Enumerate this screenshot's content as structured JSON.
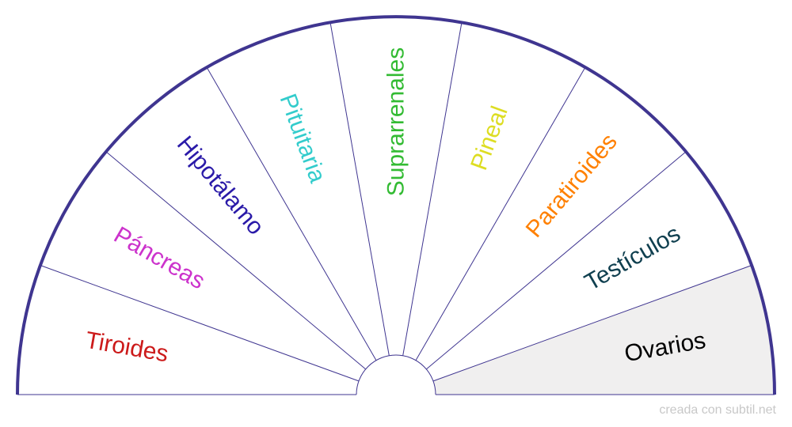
{
  "chart": {
    "segments": [
      {
        "label": "Tiroides",
        "color": "#cc1a1a",
        "highlighted": false
      },
      {
        "label": "Páncreas",
        "color": "#cc33cc",
        "highlighted": false
      },
      {
        "label": "Hipotálamo",
        "color": "#2a1aa8",
        "highlighted": false
      },
      {
        "label": "Pituitaria",
        "color": "#33cccc",
        "highlighted": false
      },
      {
        "label": "Suprarrenales",
        "color": "#33bb33",
        "highlighted": false
      },
      {
        "label": "Pineal",
        "color": "#dddd22",
        "highlighted": false
      },
      {
        "label": "Paratiroides",
        "color": "#ff8000",
        "highlighted": false
      },
      {
        "label": "Testículos",
        "color": "#0f3f4f",
        "highlighted": false
      },
      {
        "label": "Ovarios",
        "color": "#000000",
        "highlighted": true
      }
    ],
    "colors": {
      "outline": "#3f3590",
      "divider": "#3f3590",
      "highlight_fill": "#f0efef",
      "background": "#ffffff"
    }
  },
  "footer": {
    "credit": "creada con subtil.net"
  }
}
